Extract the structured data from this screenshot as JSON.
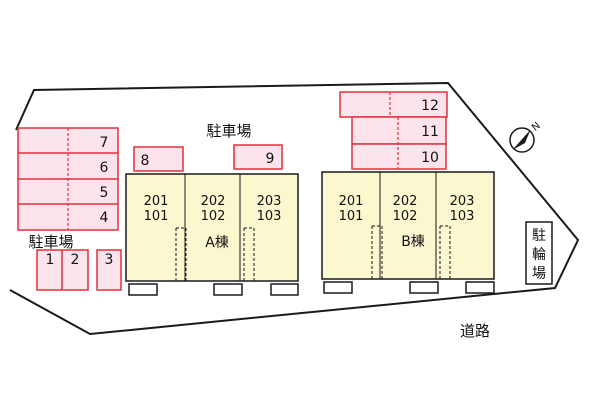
{
  "colors": {
    "parking_fill": "#fde3ec",
    "parking_stroke": "#e0323c",
    "building_fill": "#fbf7cf",
    "building_stroke": "#1a1a1a",
    "boundary_stroke": "#1a1a1a"
  },
  "labels": {
    "parking_top": "駐車場",
    "parking_left": "駐車場",
    "bicycle_parking": [
      "駐",
      "輪",
      "場"
    ],
    "road": "道路",
    "compass": "N"
  },
  "parking_spaces": [
    "1",
    "2",
    "3",
    "4",
    "5",
    "6",
    "7",
    "8",
    "9",
    "10",
    "11",
    "12"
  ],
  "buildings": [
    {
      "name": "A棟",
      "units": [
        {
          "upper": "201",
          "lower": "101"
        },
        {
          "upper": "202",
          "lower": "102"
        },
        {
          "upper": "203",
          "lower": "103"
        }
      ]
    },
    {
      "name": "B棟",
      "units": [
        {
          "upper": "201",
          "lower": "101"
        },
        {
          "upper": "202",
          "lower": "102"
        },
        {
          "upper": "203",
          "lower": "103"
        }
      ]
    }
  ],
  "icons": {
    "compass": "north-arrow-icon"
  }
}
